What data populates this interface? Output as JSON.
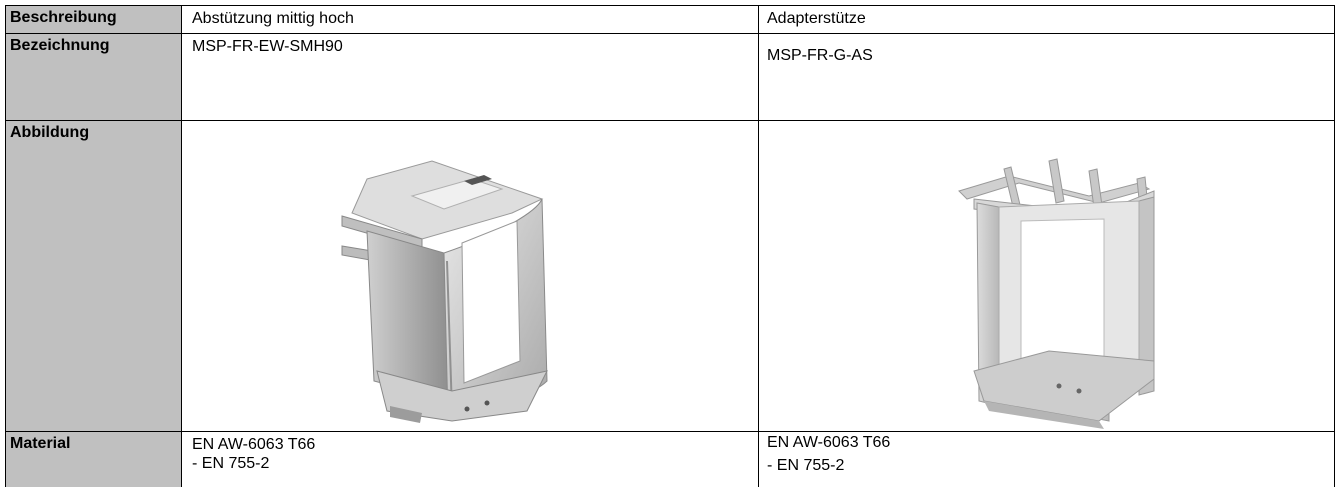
{
  "rows": {
    "beschreibung": {
      "label": "Beschreibung",
      "col1": "Abstützung mittig hoch",
      "col2": "Adapterstütze"
    },
    "bezeichnung": {
      "label": "Bezeichnung",
      "col1": "MSP-FR-EW-SMH90",
      "col2": "MSP-FR-G-AS"
    },
    "abbildung": {
      "label": "Abbildung",
      "col1_icon": "sheet-metal-support-bracket-image",
      "col2_icon": "aluminium-adapter-profile-image"
    },
    "material": {
      "label": "Material",
      "col1_line1": "EN AW-6063 T66",
      "col1_line2": "- EN 755-2",
      "col2_line1": "EN AW-6063 T66",
      "col2_line2": "- EN 755-2"
    }
  },
  "colors": {
    "label_bg": "#c0c0c0",
    "border": "#000000"
  }
}
